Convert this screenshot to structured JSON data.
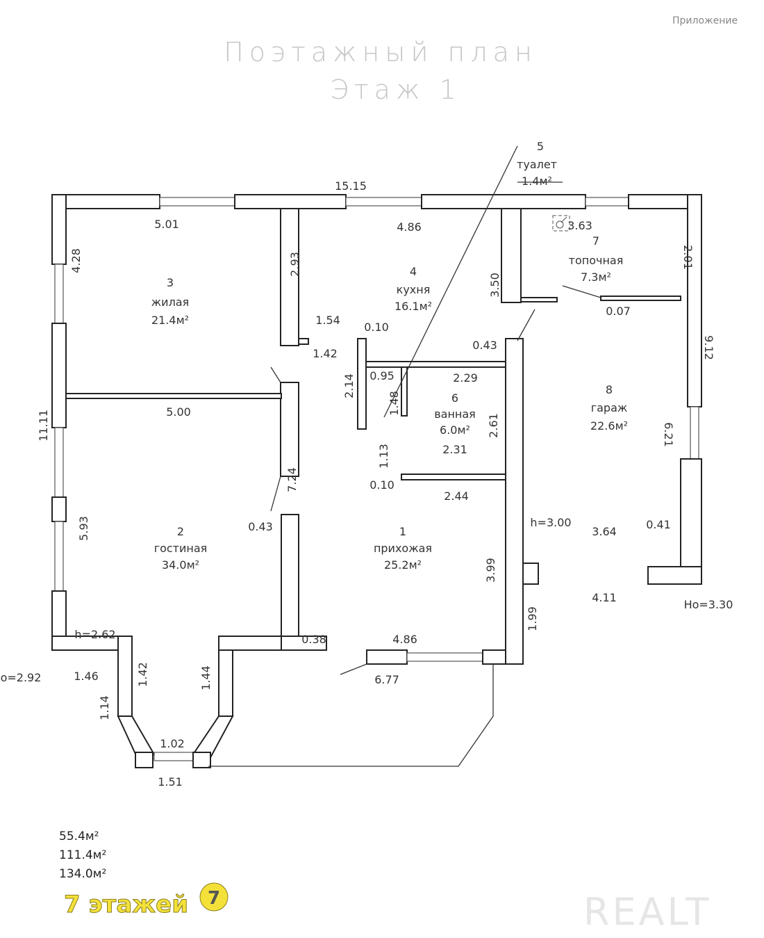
{
  "header": {
    "appendix": "Приложение",
    "title": "Поэтажный план",
    "floor": "Этаж 1"
  },
  "rooms": [
    {
      "num": "1",
      "name": "прихожая",
      "area": "25.2м²"
    },
    {
      "num": "2",
      "name": "гостиная",
      "area": "34.0м²"
    },
    {
      "num": "3",
      "name": "жилая",
      "area": "21.4м²"
    },
    {
      "num": "4",
      "name": "кухня",
      "area": "16.1м²"
    },
    {
      "num": "5",
      "name": "туалет",
      "area": "1.4м²"
    },
    {
      "num": "6",
      "name": "ванная",
      "area": "6.0м²"
    },
    {
      "num": "7",
      "name": "топочная",
      "area": "7.3м²"
    },
    {
      "num": "8",
      "name": "гараж",
      "area": "22.6м²"
    }
  ],
  "dims": [
    "15.15",
    "5.01",
    "4.86",
    "3.63",
    "4.28",
    "2.93",
    "3.50",
    "2.01",
    "1.54",
    "0.10",
    "0.43",
    "1.42",
    "2.14",
    "0.95",
    "2.29",
    "1.48",
    "9.12",
    "11.11",
    "5.00",
    "2.61",
    "1.13",
    "2.31",
    "6.21",
    "7.24",
    "0.10",
    "2.44",
    "5.93",
    "0.43",
    "h=3.00",
    "3.64",
    "0.41",
    "3.99",
    "4.11",
    "Ho=3.30",
    "h=2.62",
    "0.38",
    "4.86",
    "1.99",
    "o=2.92",
    "1.46",
    "1.42",
    "1.44",
    "6.77",
    "1.14",
    "1.02",
    "1.51",
    "0.07"
  ],
  "totals": [
    "55.4м²",
    "111.4м²",
    "134.0м²"
  ],
  "watermark": {
    "text": "7 этажей",
    "logo": "7",
    "brand": "REALT",
    "color": "#f3e13a"
  }
}
